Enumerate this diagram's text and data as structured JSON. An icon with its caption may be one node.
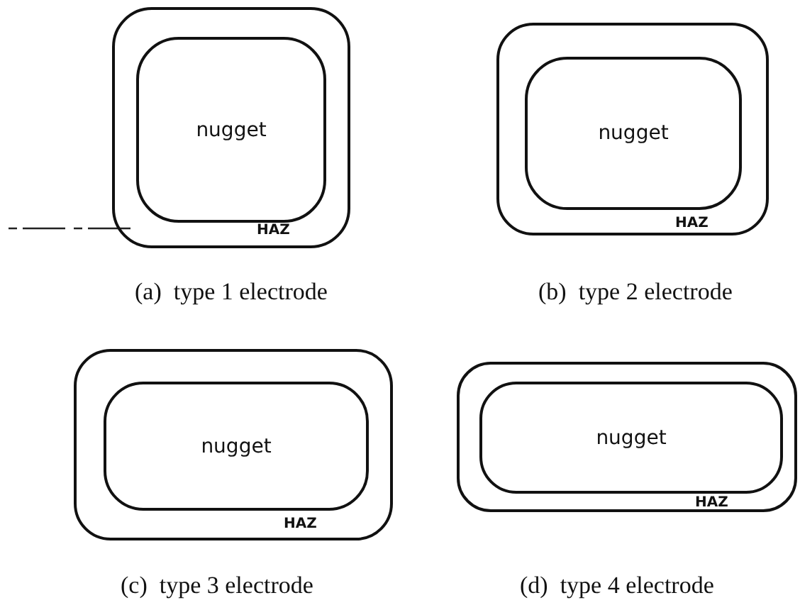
{
  "diagram": {
    "nodes": [
      {
        "text": [
          "HAZ"
        ]
      },
      {
        "text": [
          "nugget"
        ],
        "in": 0
      },
      {
        "text": [
          "HAZ"
        ]
      },
      {
        "text": [
          "nugget"
        ],
        "in": 2
      },
      {
        "text": [
          "HAZ"
        ]
      },
      {
        "text": [
          "nugget"
        ],
        "in": 4
      },
      {
        "text": [
          "HAZ"
        ]
      },
      {
        "text": [
          "nugget"
        ],
        "in": 6
      }
    ],
    "edges": [],
    "labels": [
      "(a)  type 1 electrode",
      "(b)  type 2 electrode",
      "(c)  type 3 electrode",
      "(d)  type 4 electrode"
    ]
  }
}
